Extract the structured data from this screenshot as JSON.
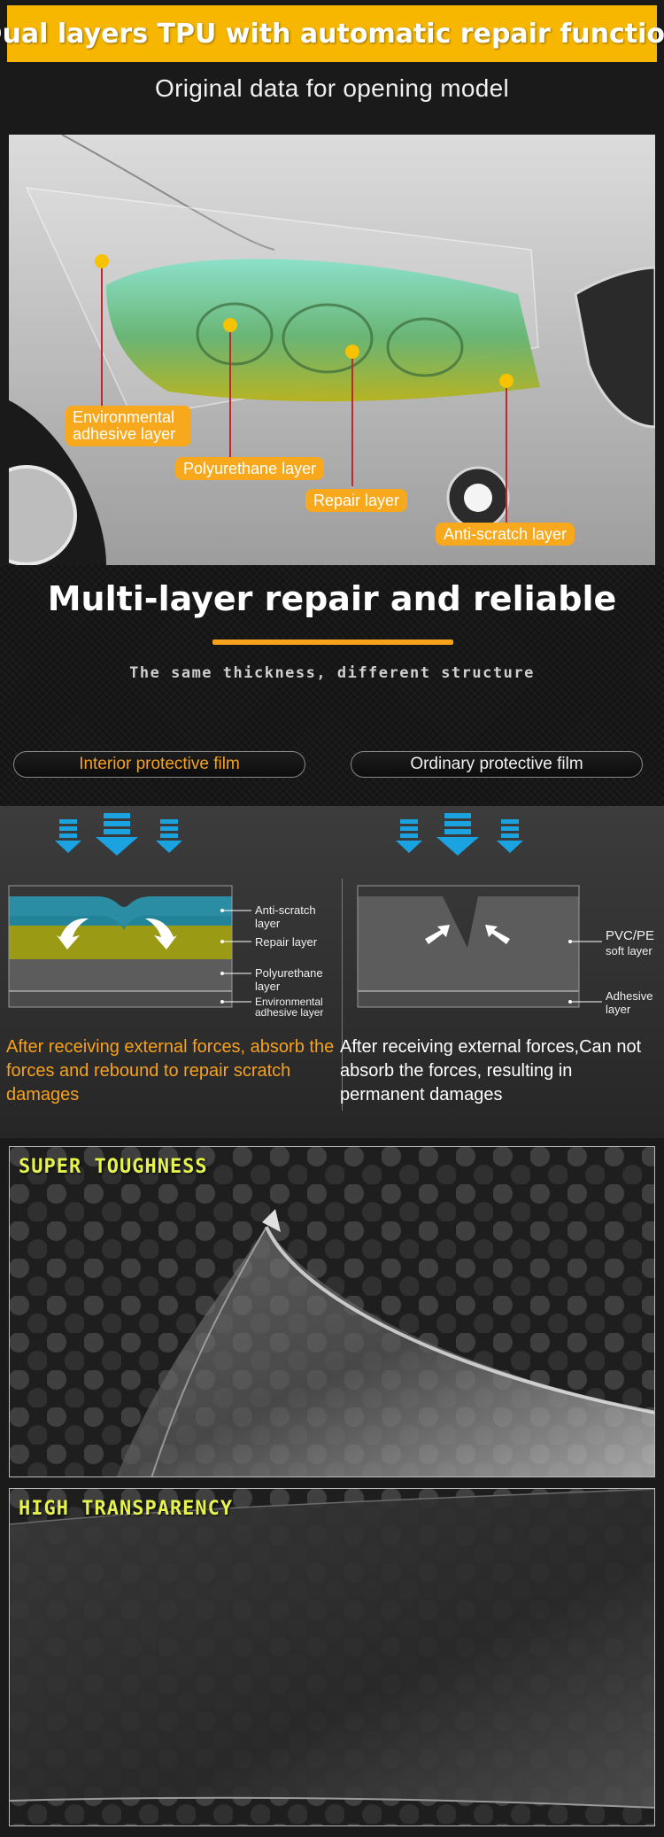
{
  "banner": {
    "title": "Dual layers TPU with automatic repair function"
  },
  "subtitle": "Original data for opening model",
  "headlamp": {
    "labels": {
      "environmental_adhesive": "Environmental adhesive layer",
      "polyurethane": "Polyurethane layer",
      "repair": "Repair layer",
      "anti_scratch": "Anti-scratch layer"
    }
  },
  "section": {
    "heading": "Multi-layer repair and reliable",
    "tagline": "The same thickness, different structure"
  },
  "comparison": {
    "interior": {
      "title": "Interior  protective film",
      "layers": {
        "anti_scratch": "Anti-scratch layer",
        "repair": "Repair layer",
        "polyurethane": "Polyurethane layer",
        "environmental": "Environmental adhesive layer"
      },
      "description": "After receiving external forces, absorb the forces and rebound to repair scratch damages"
    },
    "ordinary": {
      "title": "Ordinary protective film",
      "layers": {
        "pvc_main": "PVC/PE",
        "pvc_sub": "soft layer",
        "adhesive": "Adhesive layer"
      },
      "description": "After receiving external forces,Can not absorb the forces, resulting in permanent damages"
    }
  },
  "features": {
    "toughness": "SUPER TOUGHNESS",
    "transparency": "HIGH TRANSPARENCY"
  },
  "colors": {
    "banner_bg": "#f7b600",
    "accent_orange": "#f7a11c",
    "label_orange": "#f7a81c",
    "film_teal": "#2a8da3",
    "film_olive": "#9a9a14",
    "arrow_blue": "#1aa3e0",
    "feature_yellow": "#e6f24d"
  }
}
